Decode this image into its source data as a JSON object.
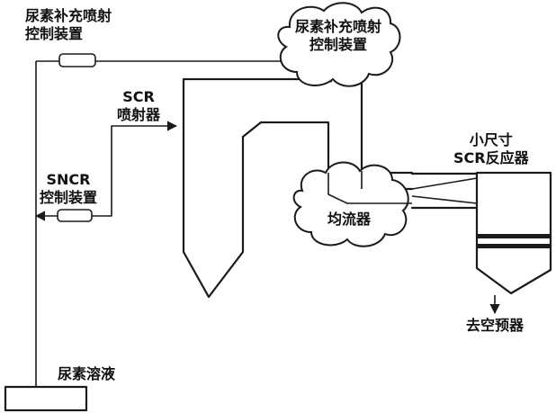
{
  "labels": {
    "urea_ctrl_left": [
      "尿素补充喷射",
      "控制装置"
    ],
    "urea_ctrl_cloud": [
      "尿素补充喷射",
      "控制装置"
    ],
    "scr_injector": [
      "SCR",
      "喷射器"
    ],
    "sncr_ctrl": [
      "SNCR",
      "控制装置"
    ],
    "small_scr": [
      "小尺寸",
      "SCR反应器"
    ],
    "flow_equalizer": "均流器",
    "to_preheater": "去空预器",
    "urea_solution": "尿素溶液"
  }
}
